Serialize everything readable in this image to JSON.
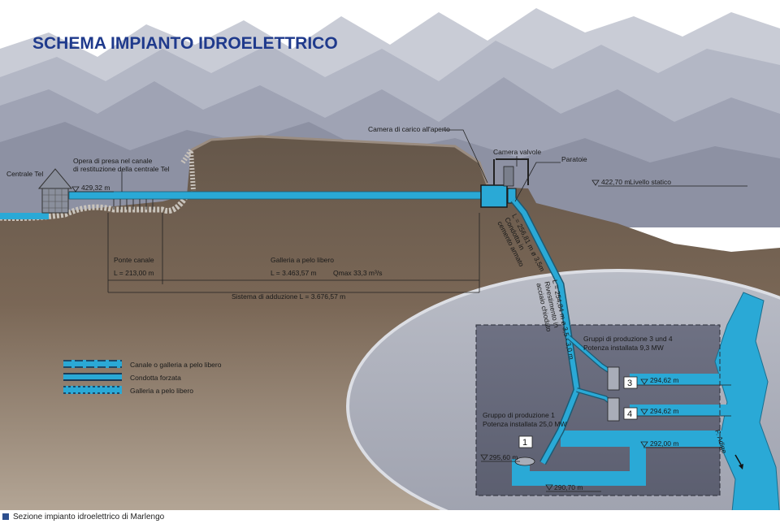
{
  "title": "SCHEMA IMPIANTO IDROELETTRICO",
  "caption": "Sezione impianto idroelettrico di Marlengo",
  "labels": {
    "centrale_tel": "Centrale Tel",
    "opera_presa_1": "Opera di presa nel canale",
    "opera_presa_2": "di restituzione della centrale Tel",
    "quota_presa": "429,32 m",
    "camera_carico": "Camera di carico all'aperto",
    "camera_valvole": "Camera valvole",
    "paratoie": "Paratoie",
    "livello_statico_quota": "422,70 m",
    "livello_statico": "Livello statico",
    "ponte_canale": "Ponte canale",
    "ponte_canale_l": "L = 213,00 m",
    "galleria": "Galleria a pelo libero",
    "galleria_l": "L = 3.463,57 m",
    "galleria_q": "Qmax 33,3 m³/s",
    "sistema_adduzione": "Sistema di adduzione L = 3.676,57 m",
    "condotta_1a": "L = 256,81 m   ø 3,5m",
    "condotta_1b": "Condotta in",
    "condotta_1c": "cemento armato",
    "condotta_2a": "L = 254,84 m   ø 3,5 - 3,0 m",
    "condotta_2b": "Rivestimento in",
    "condotta_2c": "acciaio chiodato",
    "gruppi_34_a": "Gruppi di produzione 3 und 4",
    "gruppi_34_b": "Potenza installata 9,3 MW",
    "gruppo_1_a": "Gruppo di produzione 1",
    "gruppo_1_b": "Potenza installata 25,0 MW",
    "unit_3": "3",
    "unit_4": "4",
    "unit_1": "1",
    "quota_3": "294,62 m",
    "quota_4": "294,62 m",
    "quota_scarico": "292,00 m",
    "quota_g1": "295,60 m",
    "quota_fondo": "290,70 m",
    "fiume": "F. Adige"
  },
  "legend": [
    {
      "label": "Canale o galleria a pelo libero"
    },
    {
      "label": "Condotta forzata"
    },
    {
      "label": "Galleria a pelo libero"
    }
  ],
  "colors": {
    "title": "#1f3a8c",
    "water": "#2aa9d6",
    "earth": "#6b5a4a",
    "sky": "#ffffff",
    "mountain_far": "#c2c6d1",
    "mountain_mid": "#9ea3b5",
    "inset": "#6e7183"
  }
}
